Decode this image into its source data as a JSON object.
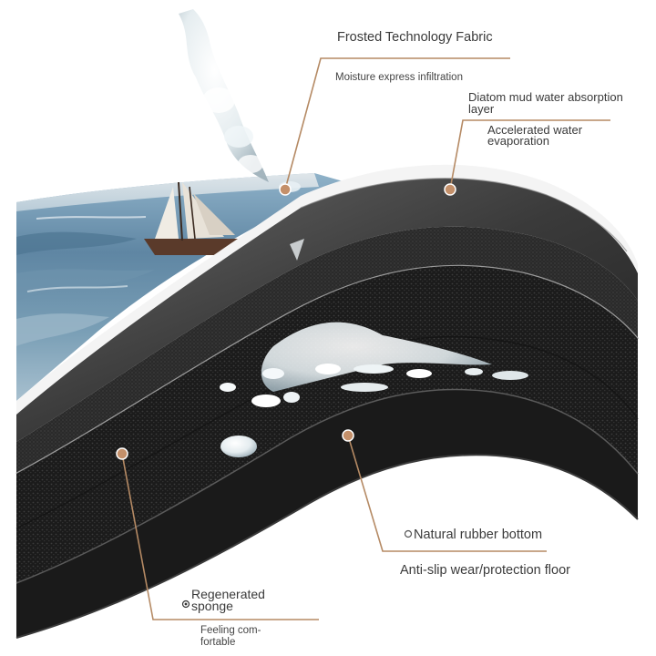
{
  "colors": {
    "leader_line": "#b58a64",
    "marker_dot": "#c4906a",
    "label_text": "#3a3a3a",
    "mat_dark": "#2b2b2b",
    "sea_blue": "#5f86a3"
  },
  "callouts": {
    "frosted_fabric": "Frosted Technology Fabric",
    "moisture_infiltration": "Moisture express infiltration",
    "diatom_layer_line1": "Diatom mud water absorption",
    "diatom_layer_line2": "layer",
    "evaporation_line1": "Accelerated water",
    "evaporation_line2": "evaporation",
    "rubber_bottom": "Natural rubber bottom",
    "anti_slip": "Anti-slip wear/protection floor",
    "sponge_line1": "Regenerated",
    "sponge_line2": "sponge",
    "comfort_line1": "Feeling com-",
    "comfort_line2": "fortable"
  }
}
